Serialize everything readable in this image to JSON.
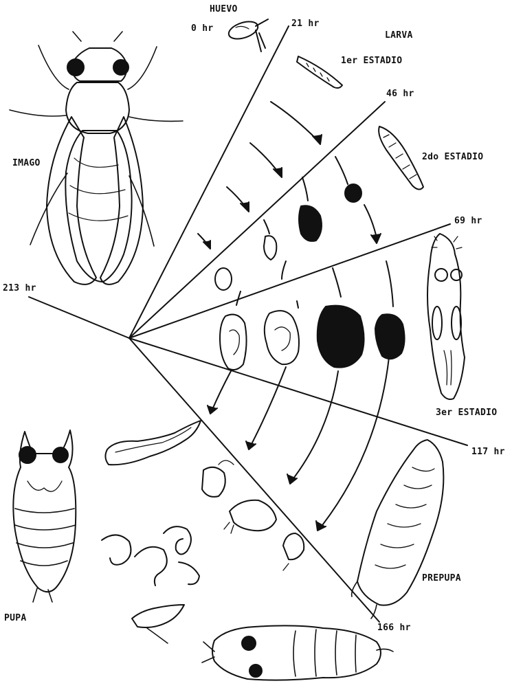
{
  "labels": {
    "huevo": "HUEVO",
    "t0": "0 hr",
    "t21": "21 hr",
    "larva": "LARVA",
    "estadio1": "1er ESTADIO",
    "t46": "46 hr",
    "estadio2": "2do ESTADIO",
    "imago": "IMAGO",
    "t69": "69 hr",
    "t213": "213 hr",
    "estadio3": "3er ESTADIO",
    "t117": "117 hr",
    "prepupa": "PREPUPA",
    "pupa": "PUPA",
    "t166": "166 hr"
  },
  "colors": {
    "ink": "#111111",
    "paper": "#ffffff"
  }
}
